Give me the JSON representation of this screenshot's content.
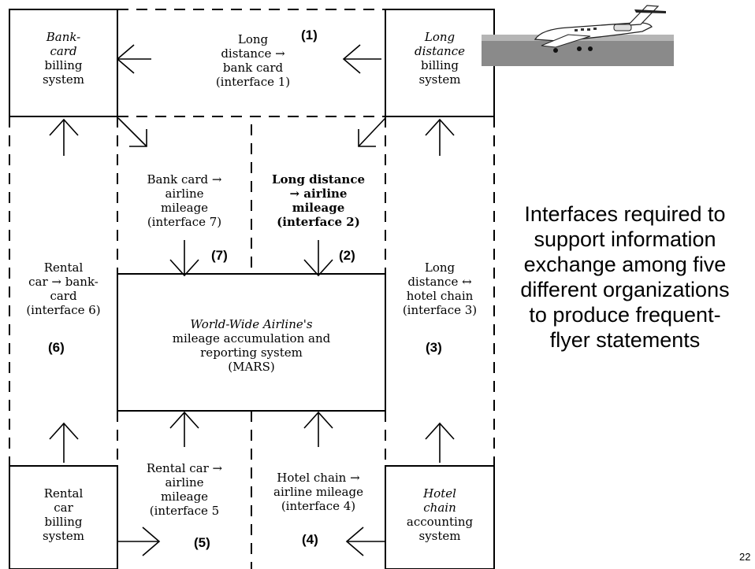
{
  "boxes": {
    "bank_card": {
      "line1": "Bank-",
      "line2": "card",
      "line3": "billing",
      "line4": "system"
    },
    "long_distance_sys": {
      "line1": "Long",
      "line2": "distance",
      "line3": "billing",
      "line4": "system"
    },
    "rental_car_sys": {
      "line1": "Rental",
      "line2": "car",
      "line3": "billing",
      "line4": "system"
    },
    "hotel_sys": {
      "line1": "Hotel",
      "line2": "chain",
      "line3": "accounting",
      "line4": "system"
    },
    "mars": {
      "line1": "World-Wide Airline's",
      "line2": "mileage accumulation and",
      "line3": "reporting system",
      "line4": "(MARS)"
    }
  },
  "interfaces": {
    "i1": {
      "line1": "Long",
      "line2": "distance →",
      "line3": "bank card",
      "line4": "(interface 1)",
      "num": "(1)"
    },
    "i2": {
      "line1": "Long distance",
      "line2": "→ airline",
      "line3": "mileage",
      "line4": "(interface 2)",
      "num": "(2)"
    },
    "i3": {
      "line1": "Long",
      "line2": "distance ↔",
      "line3": "hotel chain",
      "line4": "(interface 3)",
      "num": "(3)"
    },
    "i4": {
      "line1": "Hotel chain →",
      "line2": "airline mileage",
      "line3": "(interface 4)",
      "num": "(4)"
    },
    "i5": {
      "line1": "Rental car →",
      "line2": "airline",
      "line3": "mileage",
      "line4": "(interface 5",
      "num": "(5)"
    },
    "i6": {
      "line1": "Rental",
      "line2": "car → bank-",
      "line3": "card",
      "line4": "(interface 6)",
      "num": "(6)"
    },
    "i7": {
      "line1": "Bank card →",
      "line2": "airline",
      "line3": "mileage",
      "line4": "(interface 7)",
      "num": "(7)"
    }
  },
  "caption": {
    "line1": "Interfaces required to",
    "line2": "support information",
    "line3": "exchange among five",
    "line4": "different organizations",
    "line5": "to produce frequent-",
    "line6": "flyer statements"
  },
  "page_number": "22",
  "image": {
    "icon": "business-jet-icon"
  }
}
